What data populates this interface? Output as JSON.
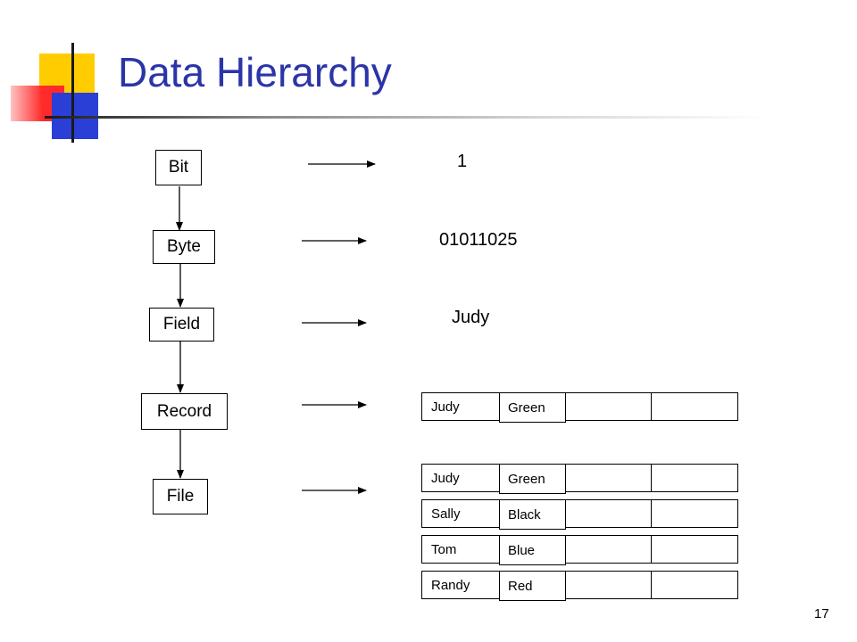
{
  "title": "Data Hierarchy",
  "levels": [
    {
      "label": "Bit"
    },
    {
      "label": "Byte"
    },
    {
      "label": "Field"
    },
    {
      "label": "Record"
    },
    {
      "label": "File"
    }
  ],
  "examples": {
    "bit": "1",
    "byte": "01011025",
    "field": "Judy"
  },
  "record": [
    "Judy",
    "Green",
    "",
    ""
  ],
  "file": [
    [
      "Judy",
      "Green",
      "",
      ""
    ],
    [
      "Sally",
      "Black",
      "",
      ""
    ],
    [
      "Tom",
      "Blue",
      "",
      ""
    ],
    [
      "Randy",
      "Red",
      "",
      ""
    ]
  ],
  "page_number": "17",
  "colors": {
    "title": "#2b35a8",
    "deco_yellow": "#ffcc00",
    "deco_red": "#ff2a2a",
    "deco_blue": "#2a3fd6"
  }
}
